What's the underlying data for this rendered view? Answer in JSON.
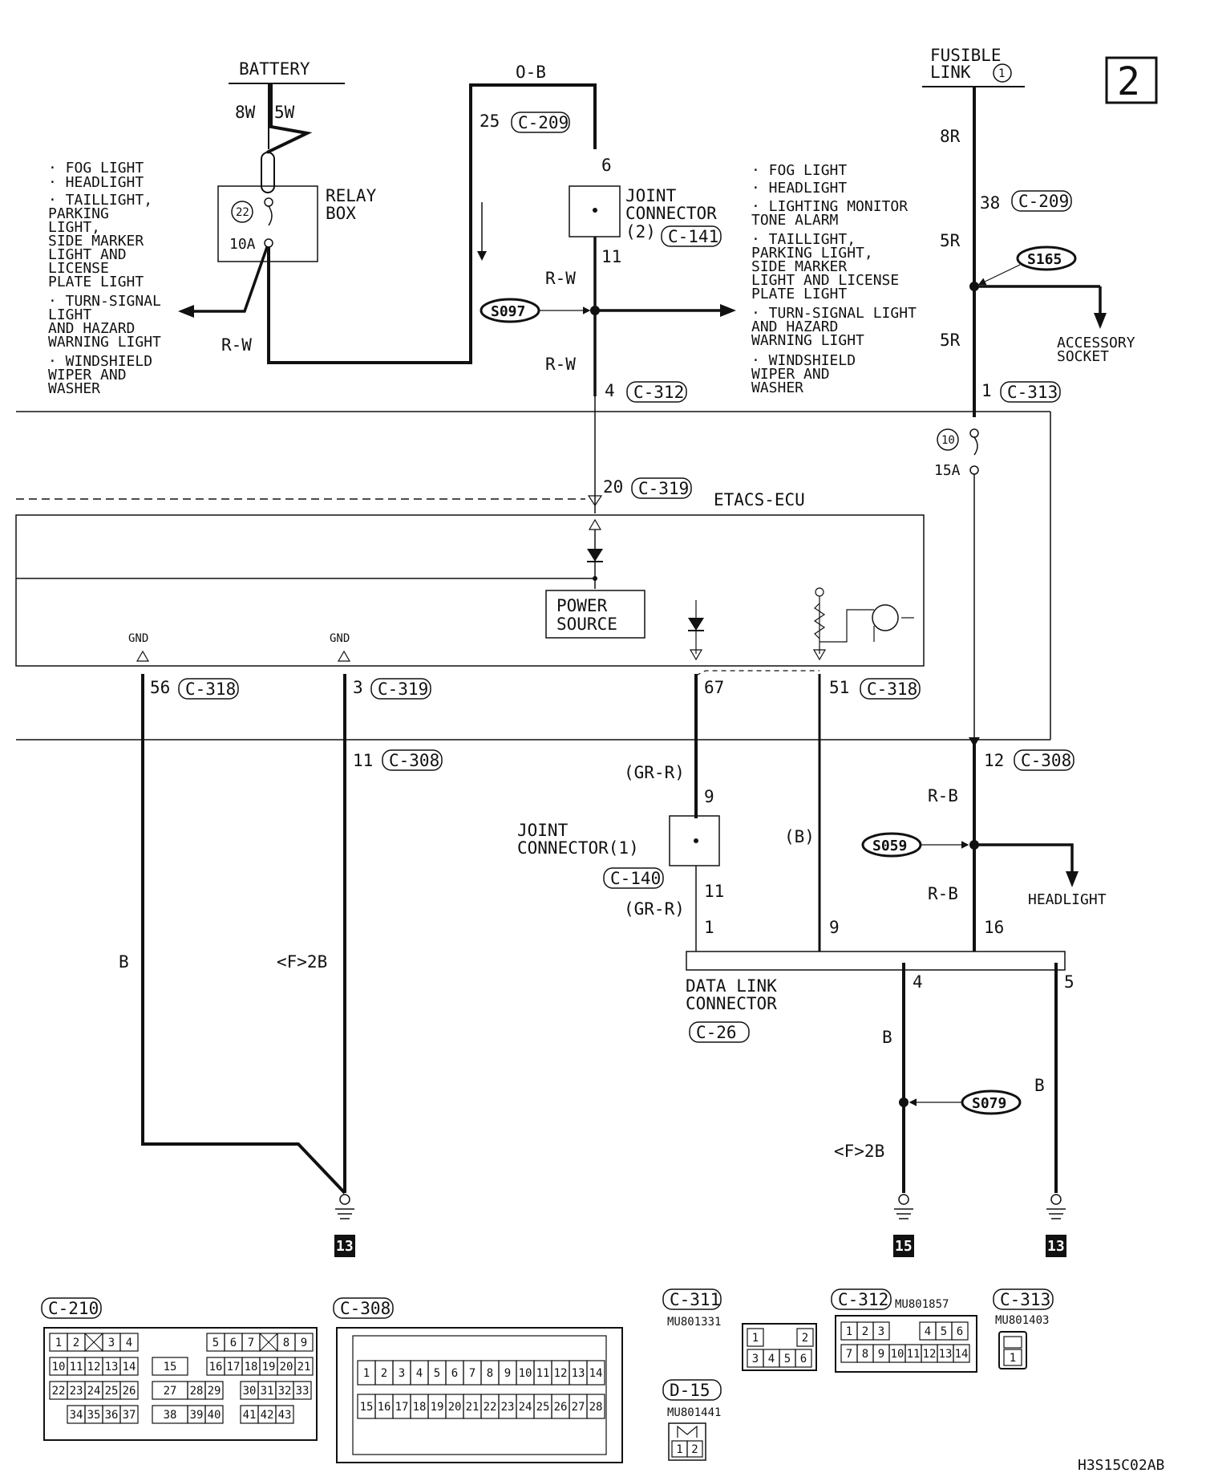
{
  "page_number": "2",
  "figure_code": "H3S15C02AB",
  "components": {
    "battery": "BATTERY",
    "relay_box": [
      "RELAY",
      "BOX"
    ],
    "fuse_22": "22",
    "fuse_22_rating": "10A",
    "fuse_10": "10",
    "fuse_10_rating": "15A",
    "fusible_link": [
      "FUSIBLE",
      "LINK"
    ],
    "fusible_link_no": "1",
    "joint_connector_2": [
      "JOINT",
      "CONNECTOR",
      "(2)"
    ],
    "joint_connector_1": [
      "JOINT",
      "CONNECTOR(1)"
    ],
    "etacs": "ETACS-ECU",
    "power_source": [
      "POWER",
      "SOURCE"
    ],
    "data_link": [
      "DATA LINK",
      "CONNECTOR"
    ],
    "gnd": "GND",
    "accessory_socket": [
      "ACCESSORY",
      "SOCKET"
    ],
    "headlight": "HEADLIGHT"
  },
  "left_notes": [
    "· FOG LIGHT",
    "· HEADLIGHT",
    "· TAILLIGHT,",
    "  PARKING",
    "  LIGHT,",
    "  SIDE MARKER",
    "  LIGHT AND",
    "  LICENSE",
    "  PLATE LIGHT",
    "· TURN-SIGNAL",
    "  LIGHT",
    "  AND HAZARD",
    "  WARNING LIGHT",
    "· WINDSHIELD",
    "  WIPER AND",
    "  WASHER"
  ],
  "right_notes": [
    "· FOG LIGHT",
    "· HEADLIGHT",
    "· LIGHTING MONITOR",
    "  TONE ALARM",
    "· TAILLIGHT,",
    "  PARKING LIGHT,",
    "  SIDE MARKER",
    "  LIGHT AND LICENSE",
    "  PLATE LIGHT",
    "· TURN-SIGNAL LIGHT",
    "  AND HAZARD",
    "  WARNING LIGHT",
    "· WINDSHIELD",
    "  WIPER AND",
    "  WASHER"
  ],
  "wires": {
    "w8w": "8W",
    "w5w": "5W",
    "ob": "O-B",
    "rw": "R-W",
    "r8": "8R",
    "r5": "5R",
    "grr": "(GR-R)",
    "bp": "(B)",
    "rb": "R-B",
    "b": "B",
    "f2b": "<F>2B"
  },
  "connectors": {
    "c209": "C-209",
    "c141": "C-141",
    "c312": "C-312",
    "c313": "C-313",
    "c319": "C-319",
    "c318": "C-318",
    "c308": "C-308",
    "c140": "C-140",
    "c26": "C-26",
    "c210": "C-210",
    "c311": "C-311",
    "d15": "D-15"
  },
  "pins": {
    "p25": "25",
    "p6": "6",
    "p11": "11",
    "p4": "4",
    "p38": "38",
    "p1": "1",
    "p20": "20",
    "p56": "56",
    "p3": "3",
    "p67": "67",
    "p51": "51",
    "p12": "12",
    "p9": "9",
    "p16": "16",
    "p5": "5"
  },
  "splices": {
    "s097": "S097",
    "s165": "S165",
    "s059": "S059",
    "s079": "S079"
  },
  "grounds": {
    "g13": "13",
    "g15": "15"
  },
  "part_numbers": {
    "c311": "MU801331",
    "c312": "MU801857",
    "c313": "MU801403",
    "d15": "MU801441"
  },
  "connector_pins": {
    "c210_row1": [
      "1",
      "2",
      "",
      "3",
      "4",
      "5",
      "6",
      "7",
      "",
      "8",
      "9"
    ],
    "c210_row2": [
      "10",
      "11",
      "12",
      "13",
      "14",
      "15",
      "16",
      "17",
      "18",
      "19",
      "20",
      "21"
    ],
    "c210_row3": [
      "22",
      "23",
      "24",
      "25",
      "26",
      "27",
      "28",
      "29",
      "30",
      "31",
      "32",
      "33"
    ],
    "c210_row4": [
      "34",
      "35",
      "36",
      "37",
      "38",
      "39",
      "40",
      "41",
      "42",
      "43"
    ],
    "c308_row1": [
      "1",
      "2",
      "3",
      "4",
      "5",
      "6",
      "7",
      "8",
      "9",
      "10",
      "11",
      "12",
      "13",
      "14"
    ],
    "c308_row2": [
      "15",
      "16",
      "17",
      "18",
      "19",
      "20",
      "21",
      "22",
      "23",
      "24",
      "25",
      "26",
      "27",
      "28"
    ],
    "c311": [
      "1",
      "2",
      "3",
      "4",
      "5",
      "6"
    ],
    "c312_row1": [
      "1",
      "2",
      "3",
      "4",
      "5",
      "6"
    ],
    "c312_row2": [
      "7",
      "8",
      "9",
      "10",
      "11",
      "12",
      "13",
      "14"
    ],
    "c313": [
      "1"
    ],
    "d15": [
      "1",
      "2"
    ]
  }
}
